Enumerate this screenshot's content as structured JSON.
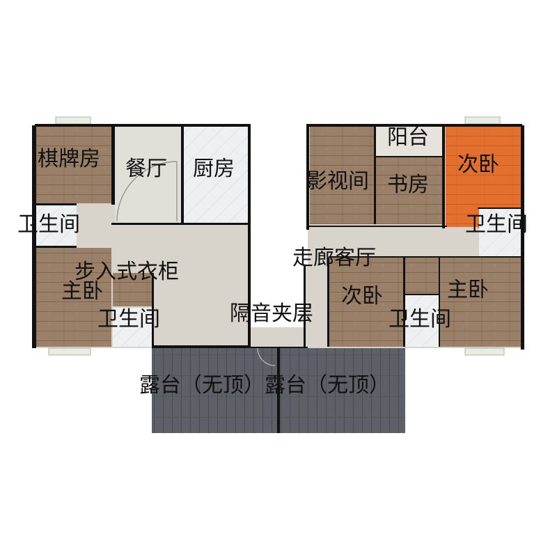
{
  "colors": {
    "wood": "#9a8068",
    "floor": "#d8d4cc",
    "tile": "#eef0f2",
    "terrace": "#5e6068",
    "highlight": "#e47030",
    "wall": "#111111"
  },
  "rooms": {
    "chess_room": "棋牌房",
    "dining_room": "餐厅",
    "kitchen": "厨房",
    "bathroom_left_top": "卫生间",
    "walk_in_closet": "步入式衣柜",
    "master_bedroom_left": "主卧",
    "bathroom_left_bottom": "卫生间",
    "sound_insulation": "隔音夹层",
    "terrace_left": "露台（无顶）",
    "terrace_right": "露台（无顶）",
    "media_room": "影视间",
    "balcony": "阳台",
    "study": "书房",
    "second_bedroom_top": "次卧",
    "bathroom_right_top": "卫生间",
    "corridor_living": "走廊客厅",
    "second_bedroom_bottom": "次卧",
    "master_bedroom_right": "主卧",
    "bathroom_right_bottom": "卫生间"
  }
}
